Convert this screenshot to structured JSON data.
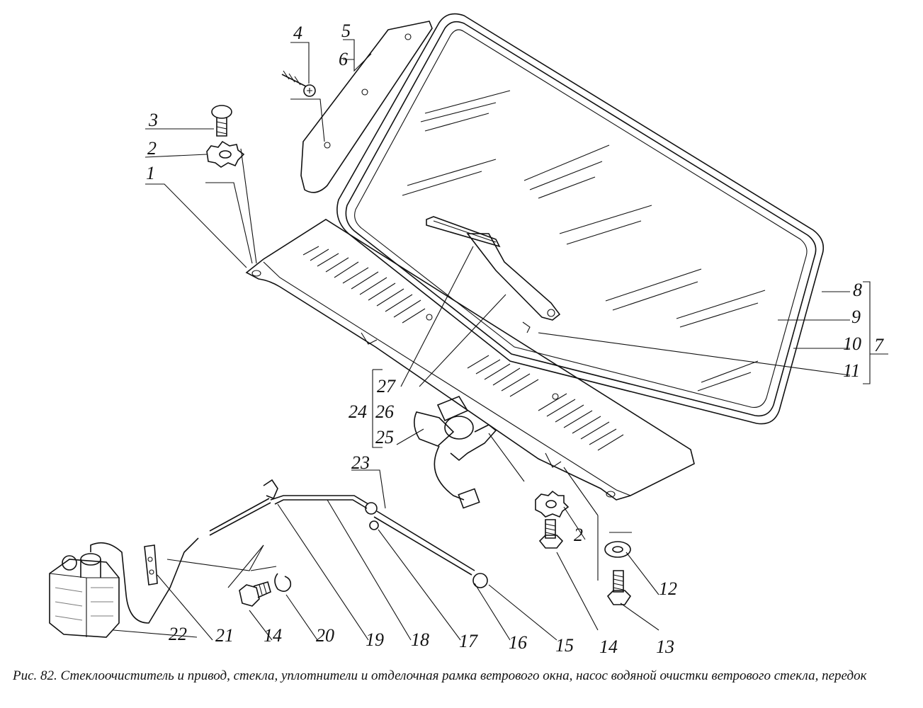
{
  "caption": "Рис. 82. Стеклоочиститель и привод, стекла, уплотнители и отделочная рамка ветрового окна, насос водяной очистки ветрового стекла, передок",
  "labels": [
    {
      "id": "1",
      "text": "1"
    },
    {
      "id": "2a",
      "text": "2"
    },
    {
      "id": "3",
      "text": "3"
    },
    {
      "id": "4",
      "text": "4"
    },
    {
      "id": "5",
      "text": "5"
    },
    {
      "id": "6",
      "text": "6"
    },
    {
      "id": "7",
      "text": "7"
    },
    {
      "id": "8",
      "text": "8"
    },
    {
      "id": "9",
      "text": "9"
    },
    {
      "id": "10",
      "text": "10"
    },
    {
      "id": "11",
      "text": "11"
    },
    {
      "id": "12",
      "text": "12"
    },
    {
      "id": "13",
      "text": "13"
    },
    {
      "id": "14a",
      "text": "14"
    },
    {
      "id": "14b",
      "text": "14"
    },
    {
      "id": "15",
      "text": "15"
    },
    {
      "id": "16",
      "text": "16"
    },
    {
      "id": "17",
      "text": "17"
    },
    {
      "id": "18",
      "text": "18"
    },
    {
      "id": "19",
      "text": "19"
    },
    {
      "id": "20",
      "text": "20"
    },
    {
      "id": "21",
      "text": "21"
    },
    {
      "id": "22",
      "text": "22"
    },
    {
      "id": "23",
      "text": "23"
    },
    {
      "id": "24",
      "text": "24"
    },
    {
      "id": "25",
      "text": "25"
    },
    {
      "id": "26",
      "text": "26"
    },
    {
      "id": "27",
      "text": "27"
    },
    {
      "id": "2b",
      "text": "2"
    }
  ]
}
